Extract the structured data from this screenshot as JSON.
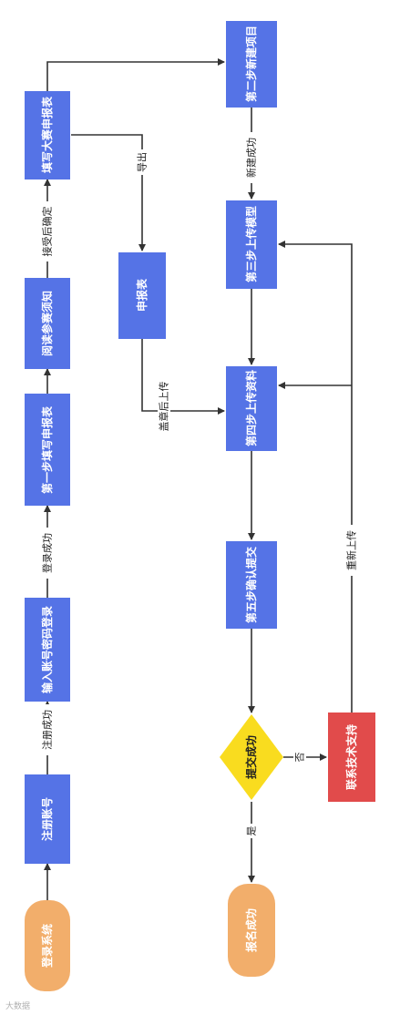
{
  "colors": {
    "blue": "#5573e6",
    "orange": "#f2ae6b",
    "red": "#e14b4b",
    "yellow": "#f9dc1f",
    "line": "#333333"
  },
  "nodes": {
    "login_system": "登录系统",
    "register_account": "注册账号",
    "enter_credentials": "输入账号密码登录",
    "step1_fill_form": "第一步填写申报表",
    "read_notice": "阅读参赛须知",
    "fill_competition_form": "填写大赛申报表",
    "step2_new_project": "第二步新建项目",
    "step3_upload_model": "第三步上传模型",
    "application_form": "申报表",
    "step4_upload_materials": "第四步上传资料",
    "step5_confirm_submit": "第五步确认提交",
    "submit_success": "提交成功",
    "contact_support": "联系技术支持",
    "registration_success": "报名成功"
  },
  "edges": {
    "register_success": "注册成功",
    "login_success": "登录成功",
    "confirm_after_accept": "接受后确定",
    "export": "导出",
    "create_success": "新建成功",
    "upload_after_stamp": "盖章后上传",
    "yes": "是",
    "no": "否",
    "reupload": "重新上传"
  },
  "watermark": "大数据"
}
